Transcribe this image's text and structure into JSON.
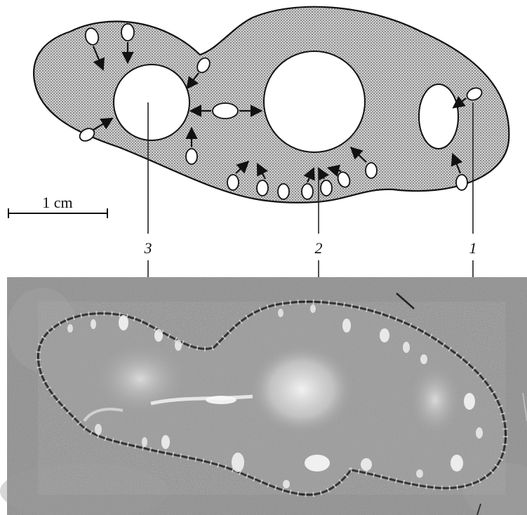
{
  "scale_bar": {
    "label": "1 cm"
  },
  "callouts": [
    {
      "id": "3",
      "label": "3"
    },
    {
      "id": "2",
      "label": "2"
    },
    {
      "id": "1",
      "label": "1"
    }
  ],
  "colors": {
    "ink": "#111111",
    "tissue_pattern_dark": "#7a7a7a",
    "tissue_pattern_light": "#d8d8d8",
    "photo_background": "#8c8c8c",
    "photo_tissue": "#9a9a9a",
    "bright_spot": "#f4f4f4"
  },
  "icons": {
    "arrow": "arrow-icon",
    "droplet": "droplet-icon"
  }
}
